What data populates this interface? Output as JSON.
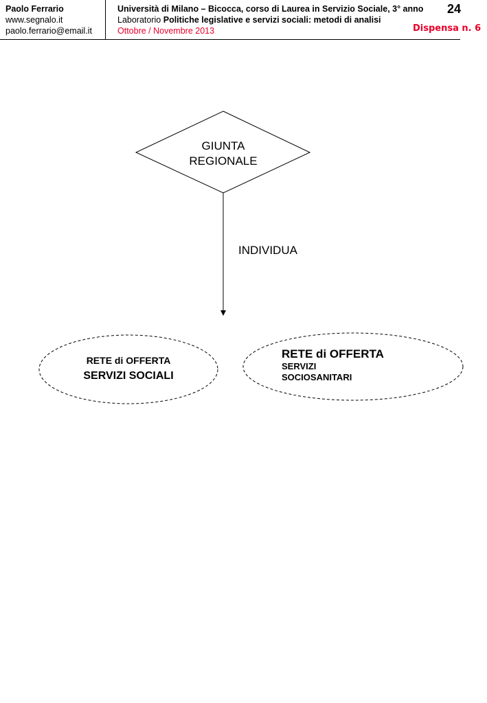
{
  "header": {
    "author": "Paolo Ferrario",
    "website": "www.segnalo.it",
    "email": "paolo.ferrario@email.it",
    "course_line": "Università di Milano – Bicocca, corso di  Laurea in Servizio Sociale, 3° anno",
    "lab_prefix": "Laboratorio",
    "lab_title": "Politiche legislative e servizi sociali: metodi di analisi",
    "period": "Ottobre / Novembre 2013",
    "page_number": "24",
    "dispensa": "Dispensa n. 6"
  },
  "diagram": {
    "top_line1": "GIUNTA",
    "top_line2": "REGIONALE",
    "arrow_label": "INDIVIDUA",
    "left_line1": "RETE  di OFFERTA",
    "left_line2": "SERVIZI SOCIALI",
    "right_line1": "RETE  di OFFERTA",
    "right_line2": "SERVIZI",
    "right_line3": "SOCIOSANITARI"
  }
}
